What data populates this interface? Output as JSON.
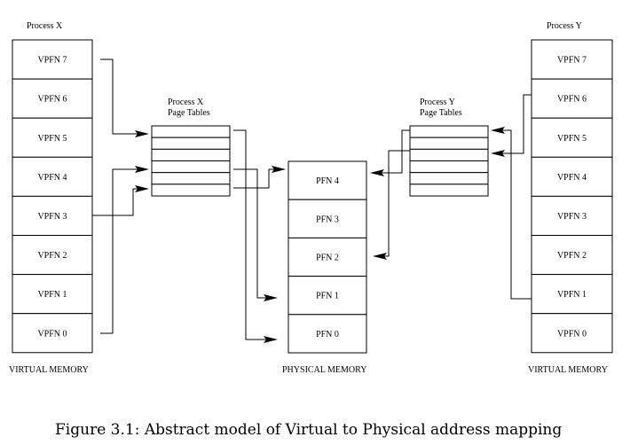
{
  "process_x": {
    "title": "Process X",
    "pages": [
      "VPFN 7",
      "VPFN 6",
      "VPFN 5",
      "VPFN 4",
      "VPFN 3",
      "VPFN 2",
      "VPFN 1",
      "VPFN 0"
    ],
    "footer": "VIRTUAL MEMORY",
    "page_tables_line1": "Process X",
    "page_tables_line2": "Page Tables"
  },
  "process_y": {
    "title": "Process Y",
    "pages": [
      "VPFN 7",
      "VPFN 6",
      "VPFN 5",
      "VPFN 4",
      "VPFN 3",
      "VPFN 2",
      "VPFN 1",
      "VPFN 0"
    ],
    "footer": "VIRTUAL MEMORY",
    "page_tables_line1": "Process Y",
    "page_tables_line2": "Page Tables"
  },
  "physical": {
    "frames": [
      "PFN 4",
      "PFN 3",
      "PFN 2",
      "PFN 1",
      "PFN 0"
    ],
    "footer": "PHYSICAL MEMORY"
  },
  "mappings": {
    "process_x": [
      {
        "virtual": "VPFN 7",
        "table_entry": 1,
        "physical": "PFN 0"
      },
      {
        "virtual": "VPFN 0",
        "table_entry": 4,
        "physical": "PFN 1"
      },
      {
        "virtual": "VPFN 3",
        "table_entry": 6,
        "physical": "PFN 4"
      }
    ],
    "process_y": [
      {
        "virtual": "VPFN 1",
        "table_entry": 1,
        "physical": "PFN 4"
      },
      {
        "virtual": "VPFN 6",
        "table_entry": 3,
        "physical": "PFN 2"
      }
    ]
  },
  "caption": "Figure 3.1: Abstract model of Virtual to Physical address mapping"
}
